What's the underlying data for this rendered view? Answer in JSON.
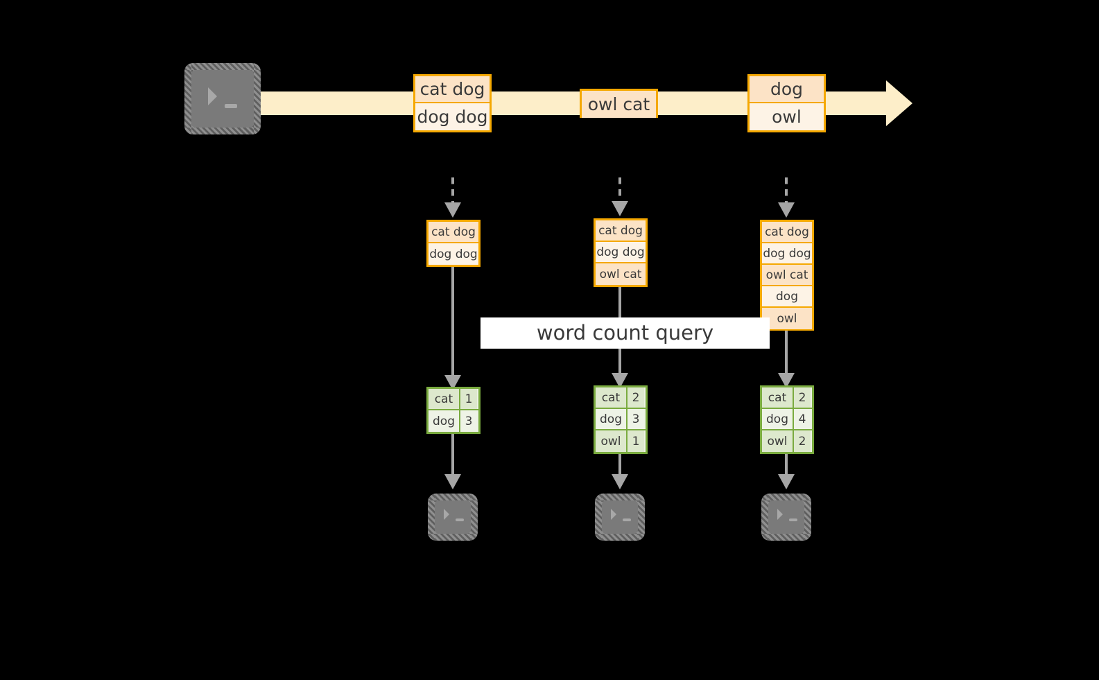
{
  "diagram": {
    "title": "word count query",
    "colors": {
      "background": "#000000",
      "record_border": "#f5a800",
      "record_fill_light": "#fdf3e6",
      "record_fill_dark": "#fce3c6",
      "timeline_band": "#fdeec9",
      "count_border": "#7aab3f",
      "count_fill_light": "#eef3e6",
      "count_fill_dark": "#dde8cd",
      "connector": "#a6a6a6",
      "terminal_body": "#7a7a7a",
      "label_band": "#ffffff"
    },
    "source_terminal": {
      "icon": "terminal-prompt-icon",
      "glyph": ">_"
    },
    "timeline": {
      "arrow": "right-arrow",
      "records": [
        {
          "lines": [
            "cat dog",
            "dog dog"
          ]
        },
        {
          "lines": [
            "owl cat"
          ]
        },
        {
          "lines": [
            "dog",
            "owl"
          ]
        }
      ]
    },
    "query_label": "word count query",
    "columns": [
      {
        "input_records": [
          "cat dog",
          "dog dog"
        ],
        "counts": [
          {
            "word": "cat",
            "count": "1"
          },
          {
            "word": "dog",
            "count": "3"
          }
        ],
        "sink_terminal": {
          "icon": "terminal-prompt-icon",
          "glyph": ">_"
        }
      },
      {
        "input_records": [
          "cat dog",
          "dog dog",
          "owl cat"
        ],
        "counts": [
          {
            "word": "cat",
            "count": "2"
          },
          {
            "word": "dog",
            "count": "3"
          },
          {
            "word": "owl",
            "count": "1"
          }
        ],
        "sink_terminal": {
          "icon": "terminal-prompt-icon",
          "glyph": ">_"
        }
      },
      {
        "input_records": [
          "cat dog",
          "dog dog",
          "owl cat",
          "dog",
          "owl"
        ],
        "counts": [
          {
            "word": "cat",
            "count": "2"
          },
          {
            "word": "dog",
            "count": "4"
          },
          {
            "word": "owl",
            "count": "2"
          }
        ],
        "sink_terminal": {
          "icon": "terminal-prompt-icon",
          "glyph": ">_"
        }
      }
    ]
  }
}
